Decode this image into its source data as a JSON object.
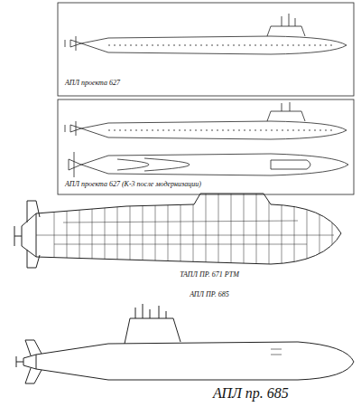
{
  "diagram": {
    "labels": [
      "АПЛ проекта 627",
      "АПЛ проекта 627 (К-3 после модернизации)",
      "ТАПЛ ПР. 671 РТМ",
      "АПЛ ПР. 685",
      "АПЛ пр. 685"
    ]
  }
}
